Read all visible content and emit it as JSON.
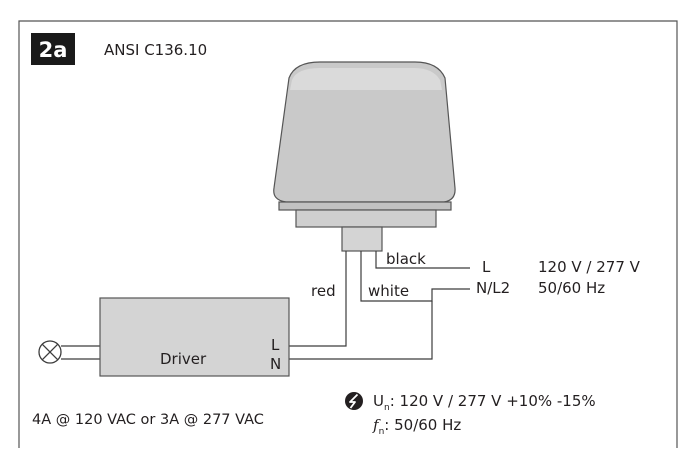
{
  "figure": {
    "badge": "2a",
    "standard": "ANSI C136.10"
  },
  "wires": {
    "black": "black",
    "white": "white",
    "red": "red"
  },
  "terminals": {
    "line": "L",
    "neutral": "N/L2"
  },
  "supply": {
    "voltage": "120 V / 277 V",
    "frequency": "50/60 Hz"
  },
  "driver": {
    "label": "Driver",
    "term_l": "L",
    "term_n": "N"
  },
  "rating": {
    "load": "4A @ 120 VAC or 3A @ 277 VAC"
  },
  "specs": {
    "un_symbol": "U",
    "un_sub": "n",
    "un_value": ": 120 V / 277 V +10% -15%",
    "fn_symbol": "f",
    "fn_sub": "n",
    "fn_value": ": 50/60 Hz"
  },
  "colors": {
    "line": "#3c3c3c",
    "photocell_body": "#c8c8c8",
    "driver_box": "#d4d4d4",
    "badge_bg": "#1a1a1a"
  }
}
